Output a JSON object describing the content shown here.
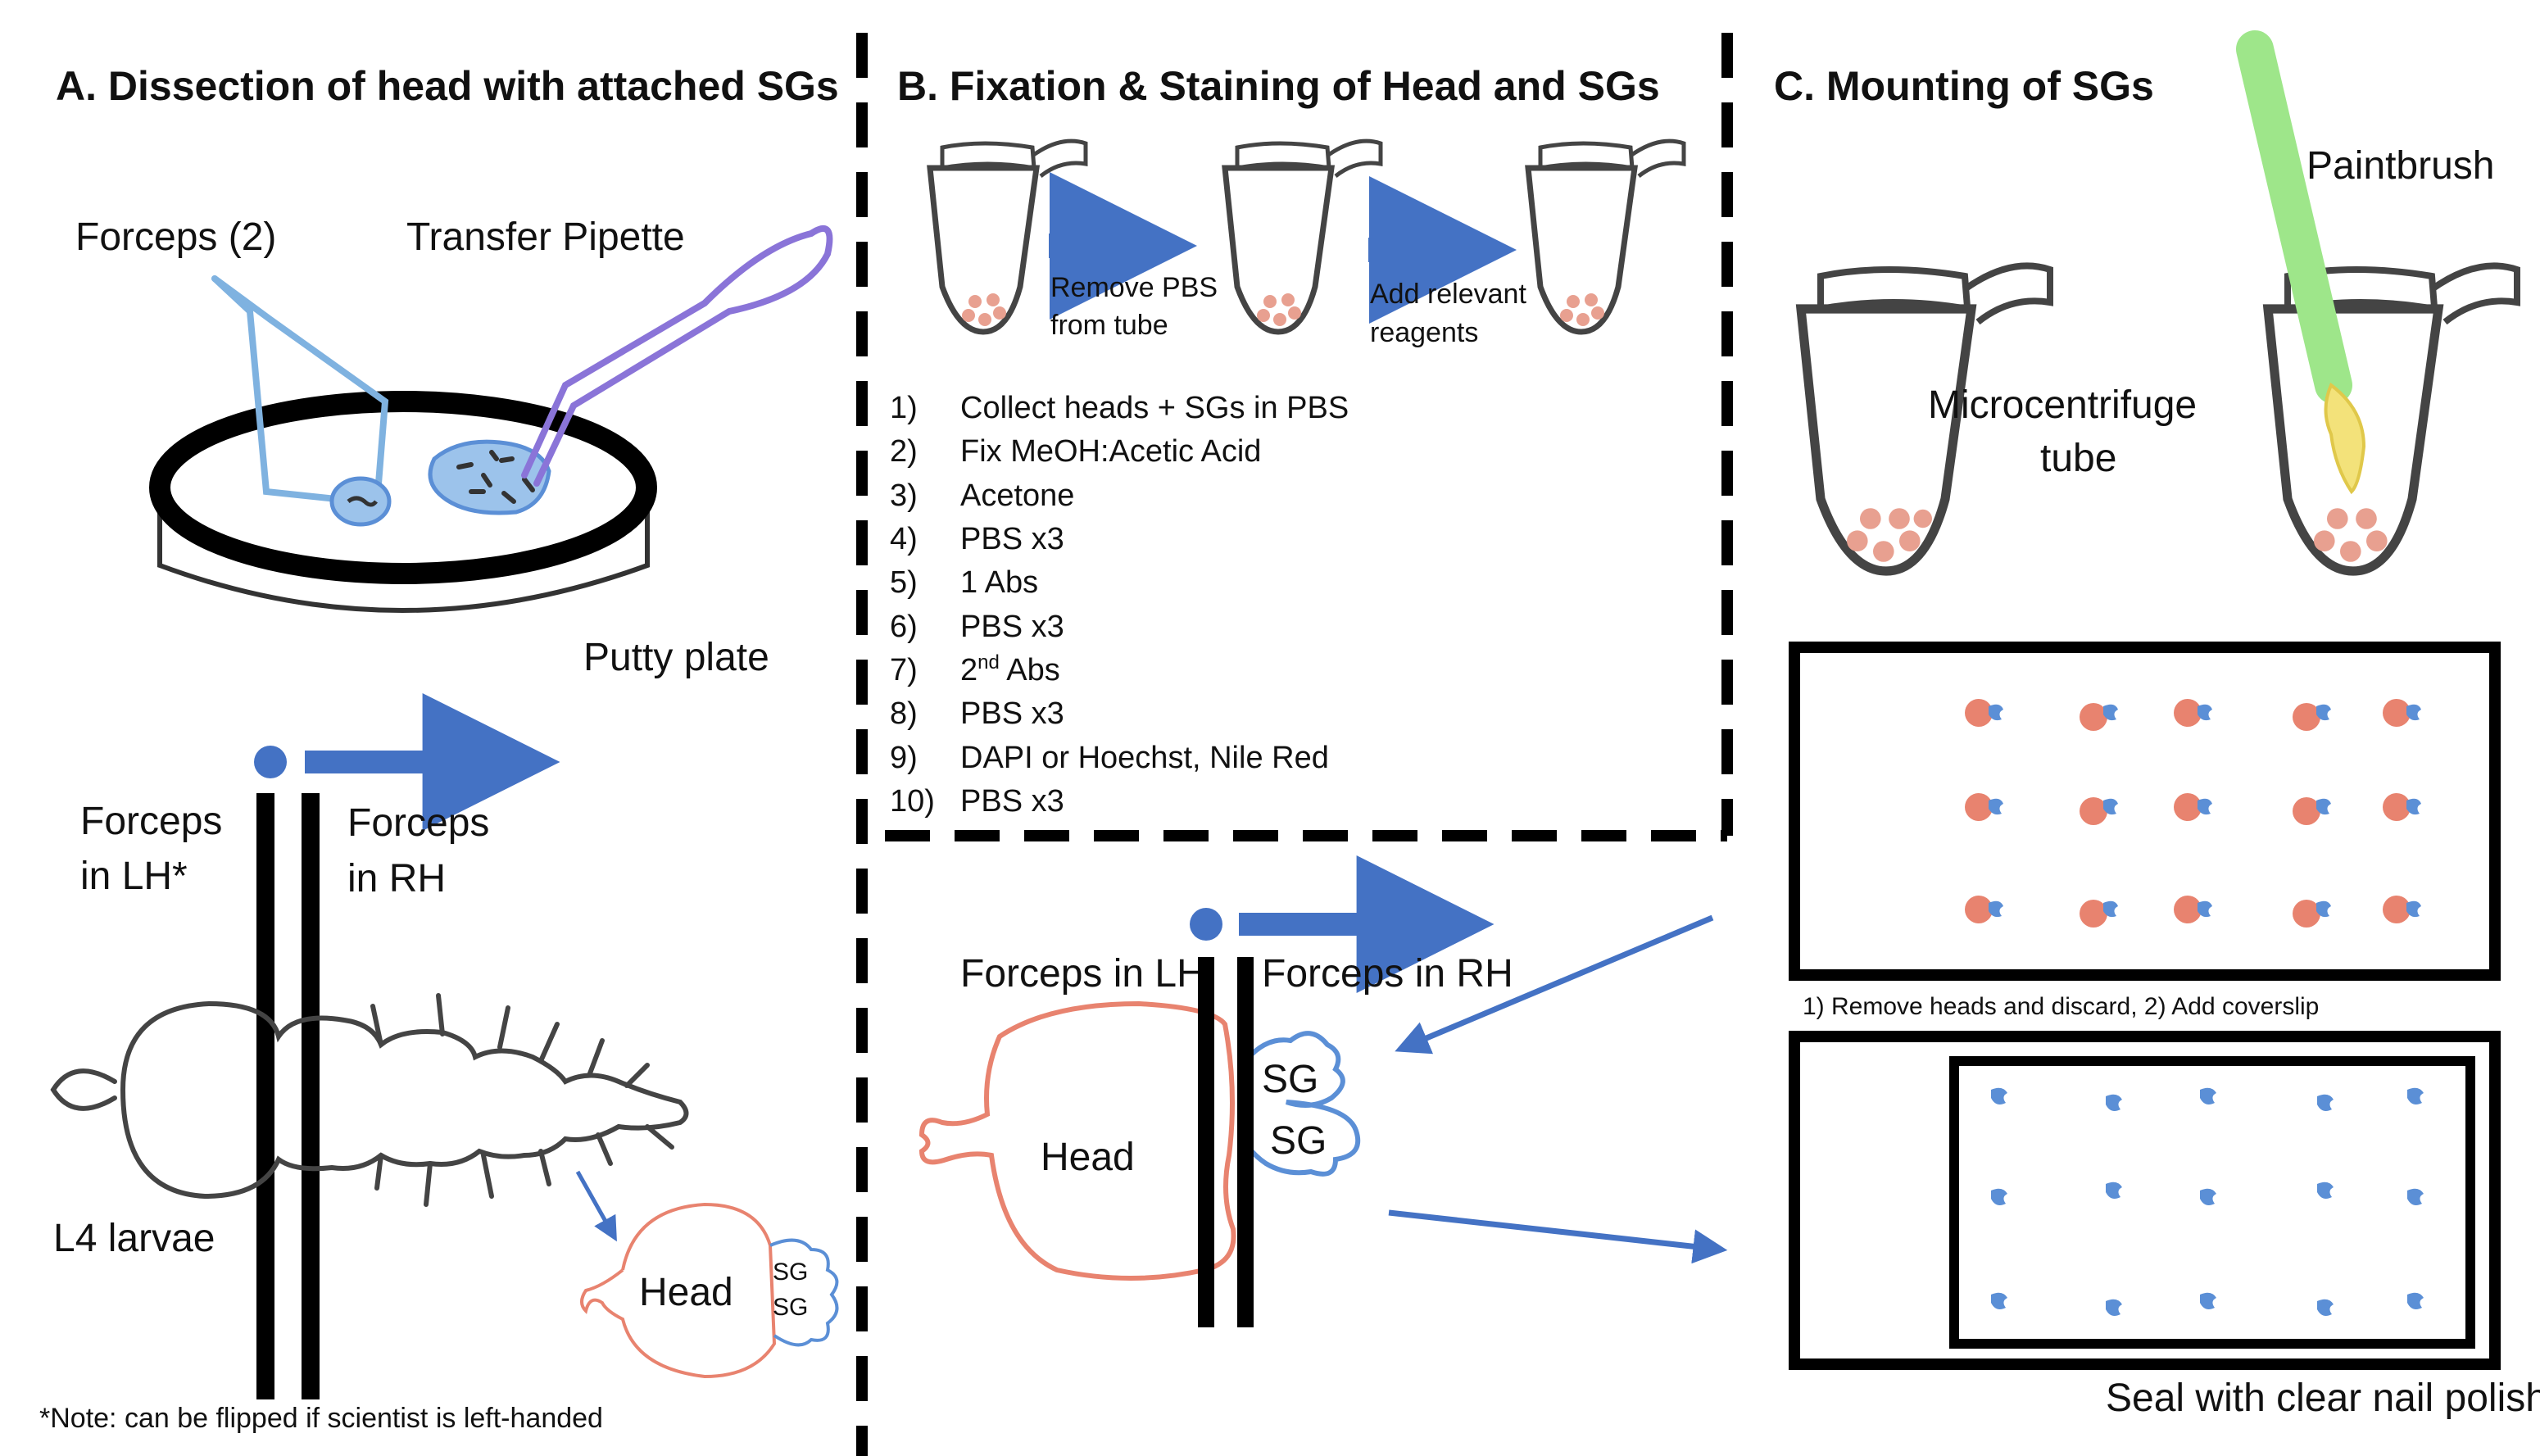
{
  "panels": {
    "a": {
      "heading": "A. Dissection of head with attached SGs",
      "forceps": "Forceps (2)",
      "pipette": "Transfer Pipette",
      "putty": "Putty plate",
      "forceps_lh_1": "Forceps",
      "forceps_lh_2": "in LH*",
      "forceps_rh_1": "Forceps",
      "forceps_rh_2": "in RH",
      "larvae": "L4 larvae",
      "head": "Head",
      "sg1": "SG",
      "sg2": "SG",
      "note": "*Note: can be flipped if scientist is left-handed"
    },
    "b": {
      "heading": "B. Fixation & Staining of Head and SGs",
      "remove_1": "Remove PBS",
      "remove_2": "from tube",
      "add_1": "Add relevant",
      "add_2": "reagents",
      "steps": [
        {
          "num": "1)",
          "text": "Collect heads + SGs in PBS"
        },
        {
          "num": "2)",
          "text": "Fix MeOH:Acetic Acid"
        },
        {
          "num": "3)",
          "text": "Acetone"
        },
        {
          "num": "4)",
          "text": "PBS x3"
        },
        {
          "num": "5)",
          "text": "1 Abs"
        },
        {
          "num": "6)",
          "text": "PBS x3"
        },
        {
          "num": "7)",
          "text": "2",
          "sup": "nd",
          "tail": " Abs"
        },
        {
          "num": "8)",
          "text": "PBS x3"
        },
        {
          "num": "9)",
          "text": "DAPI or Hoechst, Nile Red"
        },
        {
          "num": "10)",
          "text": "PBS x3"
        }
      ],
      "forceps_lh": "Forceps in LH",
      "forceps_rh": "Forceps in RH",
      "head": "Head",
      "sg1": "SG",
      "sg2": "SG"
    },
    "c": {
      "heading": "C. Mounting of SGs",
      "paintbrush": "Paintbrush",
      "tube_1": "Microcentrifuge",
      "tube_2": "tube",
      "instructions": "1) Remove heads and discard, 2) Add coverslip",
      "seal": "Seal with clear nail polish"
    }
  },
  "colors": {
    "arrow": "#4472C4",
    "tube_fill": "#BDD7EE",
    "head": "#E8836F",
    "sg": "#5B8FD6",
    "brush": "#9EE68A",
    "pipette": "#8A74D8",
    "forceps_a": "#7FB2E0"
  }
}
